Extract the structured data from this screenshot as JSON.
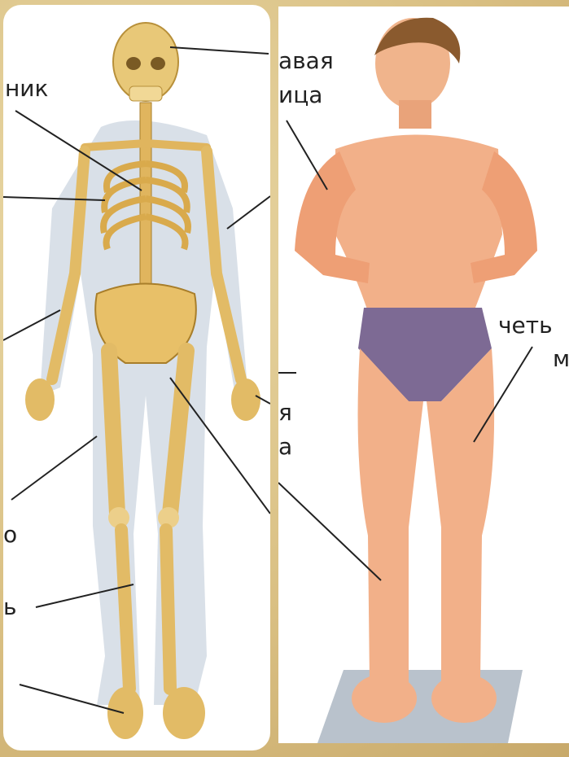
{
  "skeleton_panel": {
    "labels": [
      "ник",
      "о",
      "ь"
    ]
  },
  "muscle_panel": {
    "labels": [
      "авая",
      "ица",
      "четь",
      "м",
      "я",
      "а"
    ]
  }
}
